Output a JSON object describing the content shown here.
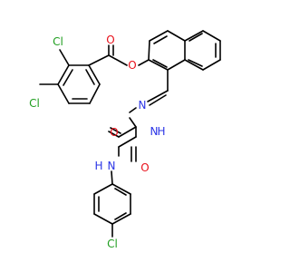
{
  "molecule": {
    "atom_labels": {
      "cl_top": "Cl",
      "cl_left": "Cl",
      "cl_bottom": "Cl",
      "o_carbonyl_ester": "O",
      "o_ester": "O",
      "n_imine": "N",
      "nh_hydrazide": "N",
      "h_hydrazide": "H",
      "o_amide1": "O",
      "o_amide2": "O",
      "nh_anilide": "N",
      "h_anilide": "H"
    },
    "colors": {
      "bond": "#000000",
      "chlorine": "#1f9e1f",
      "oxygen": "#e8101a",
      "nitrogen": "#2b35e6"
    }
  }
}
